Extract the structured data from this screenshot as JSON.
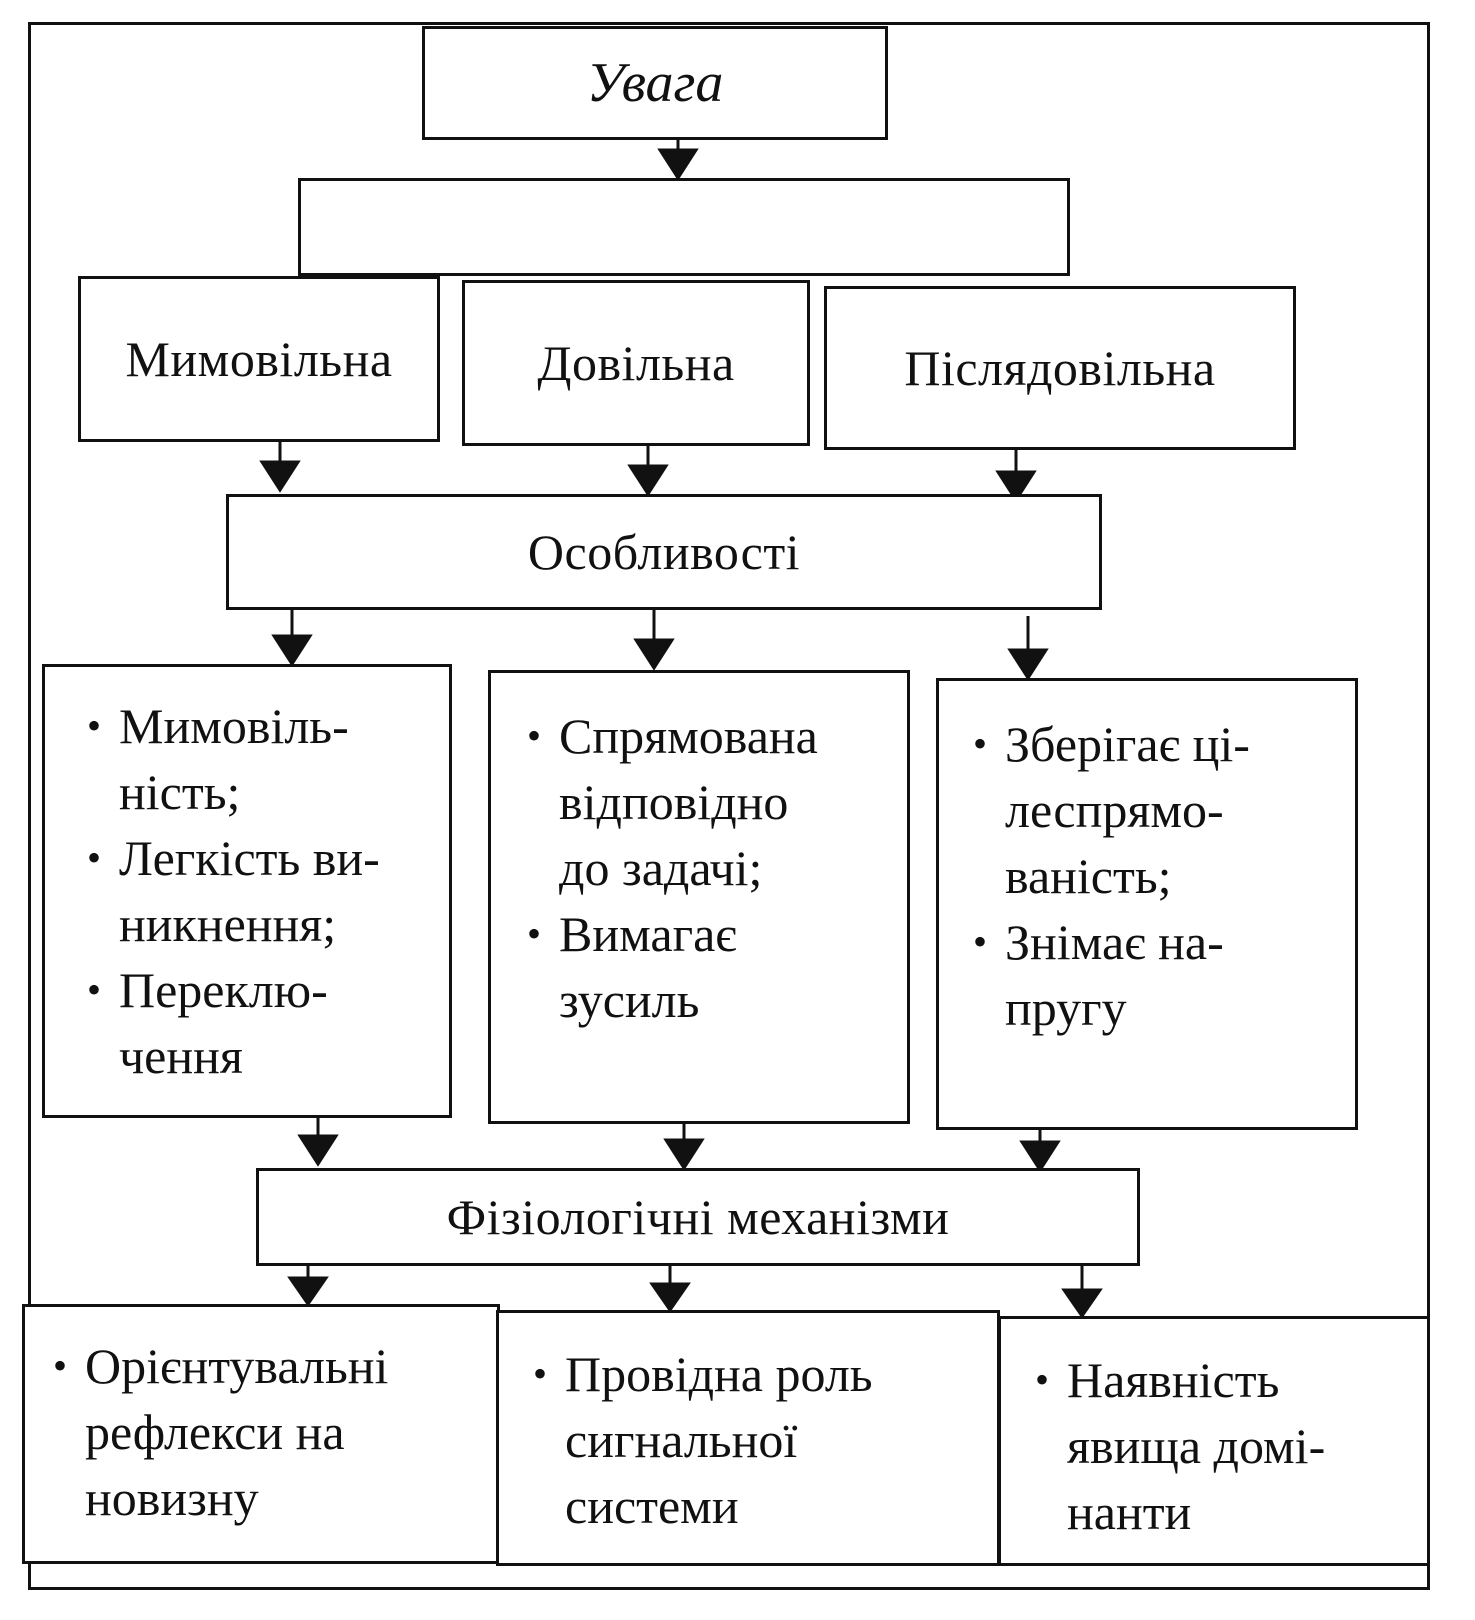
{
  "root": {
    "label": "Увага"
  },
  "kinds_header": {
    "label": ""
  },
  "kinds": [
    {
      "label": "Мимовільна"
    },
    {
      "label": "Довільна"
    },
    {
      "label": "Післядовільна"
    }
  ],
  "features": {
    "label": "Особливості"
  },
  "feature_lists": [
    {
      "items": [
        "Мимовіль-\nність;",
        "Легкість ви-\nникнення;",
        "Переклю-\nчення"
      ]
    },
    {
      "items": [
        "Спрямована\nвідповідно\nдо задачі;",
        "Вимагає\nзусиль"
      ]
    },
    {
      "items": [
        "Зберігає ці-\nлеспрямо-\nваність;",
        "Знімає на-\nпругу"
      ]
    }
  ],
  "mechanisms": {
    "label": "Фізіологічні механізми"
  },
  "mechanism_lists": [
    {
      "items": [
        "Орієнтувальні\nрефлекси на\nновизну"
      ]
    },
    {
      "items": [
        "Провідна роль\nсигнальної\nсистеми"
      ]
    },
    {
      "items": [
        "Наявність\nявища домі-\nнанти"
      ]
    }
  ]
}
